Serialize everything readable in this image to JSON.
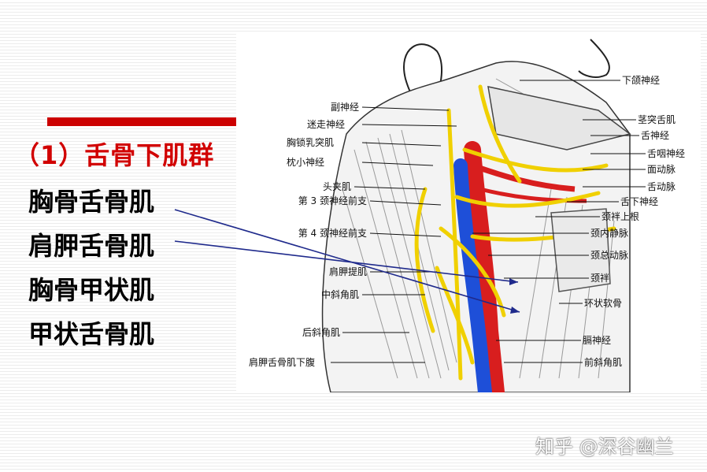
{
  "slide": {
    "section_title": "（1）舌骨下肌群",
    "muscles": [
      "胸骨舌骨肌",
      "肩胛舌骨肌",
      "胸骨甲状肌",
      "甲状舌骨肌"
    ]
  },
  "figure": {
    "left_labels": [
      "副神经",
      "迷走神经",
      "胸锁乳突肌",
      "枕小神经",
      "头夹肌",
      "第 3 颈神经前支",
      "第 4 颈神经前支",
      "肩胛提肌",
      "中斜角肌",
      "后斜角肌",
      "肩胛舌骨肌下腹"
    ],
    "right_labels": [
      "下颌神经",
      "茎突舌肌",
      "舌神经",
      "舌咽神经",
      "面动脉",
      "舌动脉",
      "舌下神经",
      "颈袢上根",
      "颈内静脉",
      "颈总动脉",
      "颈袢",
      "环状软骨",
      "膈神经",
      "前斜角肌"
    ],
    "colors": {
      "artery": "#d81e1e",
      "vein": "#1e4fd8",
      "nerve": "#f0d000",
      "line": "#1f2a8c"
    }
  },
  "watermark": "知乎 @深谷幽兰"
}
